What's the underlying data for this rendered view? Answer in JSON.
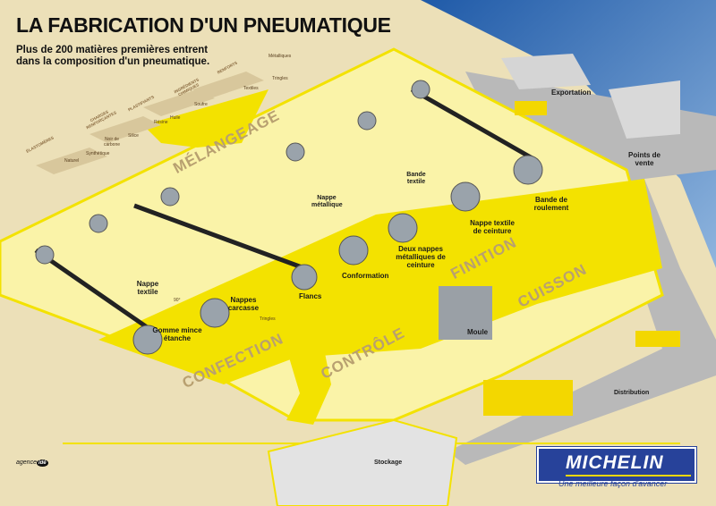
{
  "title": "LA FABRICATION D'UN PNEUMATIQUE",
  "subtitle": "Plus de 200 matières premières entrent dans la composition d'un pneumatique.",
  "raw_materials": {
    "categories": [
      "ÉLASTOMÈRES",
      "CHARGES RENFORÇANTES",
      "PLASTIFIANTS",
      "INGRÉDIENTS CHIMIQUES",
      "RENFORTS"
    ],
    "items": [
      "Naturel",
      "Synthétique",
      "Noir de carbone",
      "Silice",
      "Résine",
      "Huile",
      "Soufre",
      "Textiles",
      "Métalliques",
      "Tringles"
    ]
  },
  "stages": [
    "MÉLANGEAGE",
    "CONFECTION",
    "CONTRÔLE",
    "FINITION",
    "CUISSON"
  ],
  "components": {
    "nappe_textile": "Nappe textile",
    "gomme": "Gomme mince étanche",
    "nappes_carcasse": "Nappes carcasse",
    "flancs": "Flancs",
    "conformation": "Conformation",
    "deux_nappes": "Deux nappes métalliques de ceinture",
    "nappe_textile_ceinture": "Nappe textile de ceinture",
    "bande_roulement": "Bande de roulement",
    "bande_textile": "Bande textile",
    "nappe_metallique": "Nappe métallique",
    "moule": "Moule",
    "tringles": "Tringles",
    "angle": "90°"
  },
  "logistics": {
    "exportation": "Exportation",
    "points_de_vente": "Points de vente",
    "distribution": "Distribution",
    "stockage": "Stockage"
  },
  "brand": {
    "name": "MICHELIN",
    "tagline": "Une meilleure façon d'avancer",
    "agency": "agence",
    "agency_mark": "idé"
  },
  "colors": {
    "background": "#ece0b8",
    "yellow": "#f3e200",
    "light_yellow": "#faf3a8",
    "sky": "#3d78c0",
    "michelin_blue": "#27429a"
  }
}
